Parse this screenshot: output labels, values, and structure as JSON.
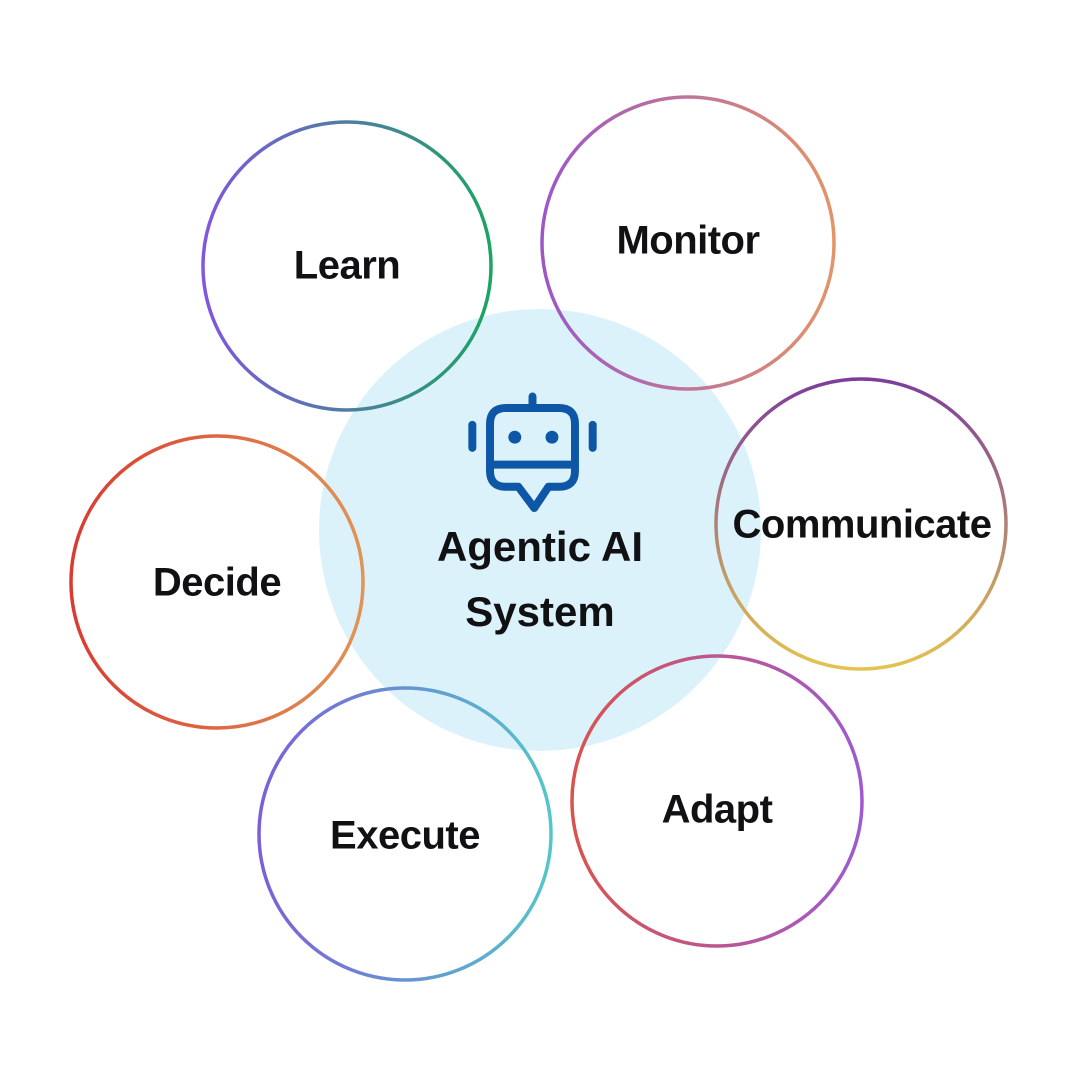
{
  "background_color": "#FFFFFF",
  "center": {
    "title_line1": "Agentic AI",
    "title_line2": "System",
    "bg_color": "#DBF2FB",
    "icon": "robot-chat-icon",
    "icon_color": "#0D57A6",
    "text_color": "#111114"
  },
  "nodes": [
    {
      "label": "Learn",
      "gradient": {
        "from": "#8156E0",
        "to": "#1CA462",
        "direction": "left-right"
      }
    },
    {
      "label": "Monitor",
      "gradient": {
        "from": "#9C56C9",
        "to": "#E39467",
        "direction": "left-right"
      }
    },
    {
      "label": "Communicate",
      "gradient": {
        "from": "#7C3E9B",
        "to": "#E2C44F",
        "direction": "top-bottom"
      }
    },
    {
      "label": "Adapt",
      "gradient": {
        "from": "#D9534E",
        "to": "#9D5AD1",
        "direction": "left-right"
      }
    },
    {
      "label": "Execute",
      "gradient": {
        "from": "#7B5FD9",
        "to": "#54C6C9",
        "direction": "left-right"
      }
    },
    {
      "label": "Decide",
      "gradient": {
        "from": "#D93B31",
        "to": "#E29355",
        "direction": "left-right"
      }
    }
  ]
}
